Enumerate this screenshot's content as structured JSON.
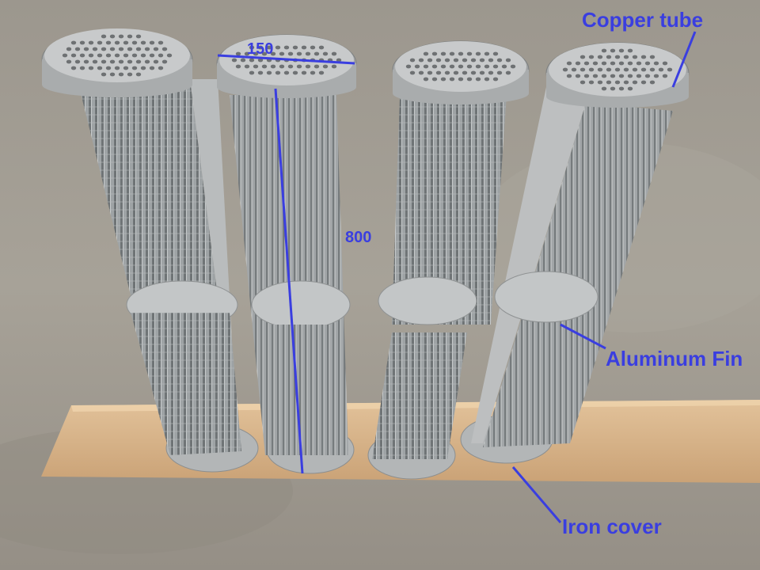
{
  "photo": {
    "subject": "four finned tube heat exchanger cores on a wooden board",
    "colors": {
      "floor": "#a29d93",
      "board": "#d9b58a",
      "metal": "#b9bcbd",
      "fin": "#8f9496",
      "annotation": "#3a3ee0"
    }
  },
  "annotations": {
    "copper_tube": "Copper tube",
    "aluminum_fin": "Aluminum Fin",
    "iron_cover": "Iron cover",
    "diameter": "150",
    "length": "800"
  }
}
